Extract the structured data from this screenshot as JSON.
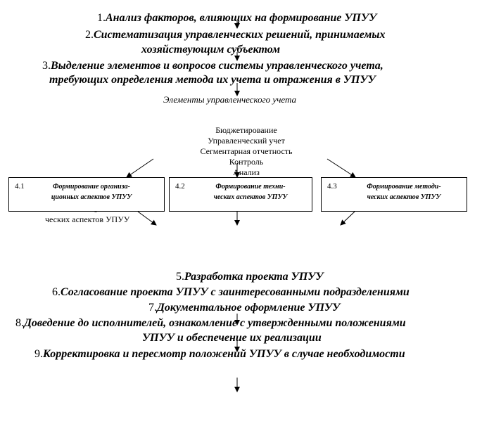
{
  "steps_top": [
    {
      "num": "1.",
      "text": "Анализ факторов, влияющих на формирование УПУУ"
    },
    {
      "num": "2.",
      "text": "Систематизация управленческих решений, принимаемых"
    },
    {
      "num": "",
      "text": "хозяйствующим субъектом"
    },
    {
      "num": "3.",
      "text": "Выделение элементов и вопросов системы управленческого учета,"
    },
    {
      "num": "",
      "text": "требующих определения метода их учета и отражения в УПУУ"
    }
  ],
  "elements_caption": "Элементы управленческого учета",
  "elements_list": [
    "Бюджетирование",
    "Управленческий учет",
    "Сегментарная отчетность",
    "Контроль",
    "Анализ"
  ],
  "boxes": [
    {
      "num": "4.1",
      "line1": "Формирование организа-",
      "line2": "ционных аспектов УПУУ"
    },
    {
      "num": "4.2",
      "line1": "Формирование техни-",
      "line2": "ческих аспектов УПУУ"
    },
    {
      "num": "4.3",
      "line1": "Формирование методи-",
      "line2": "ческих аспектов УПУУ"
    }
  ],
  "box1_overflow": [
    "-",
    "ческих аспектов УПУУ"
  ],
  "steps_bottom": [
    {
      "num": "5.",
      "text": "Разработка проекта УПУУ"
    },
    {
      "num": "6.",
      "text": "Согласование проекта УПУУ с заинтересованными подразделениями"
    },
    {
      "num": "7.",
      "text": "Документальное оформление УПУУ"
    },
    {
      "num": "8.",
      "text": "Доведение до исполнителей, ознакомление с утвержденными положениями"
    },
    {
      "num": "",
      "text": "УПУУ и обеспечение их реализации"
    },
    {
      "num": "9.",
      "text": "Корректировка и пересмотр положений УПУУ в случае необходимости"
    }
  ]
}
